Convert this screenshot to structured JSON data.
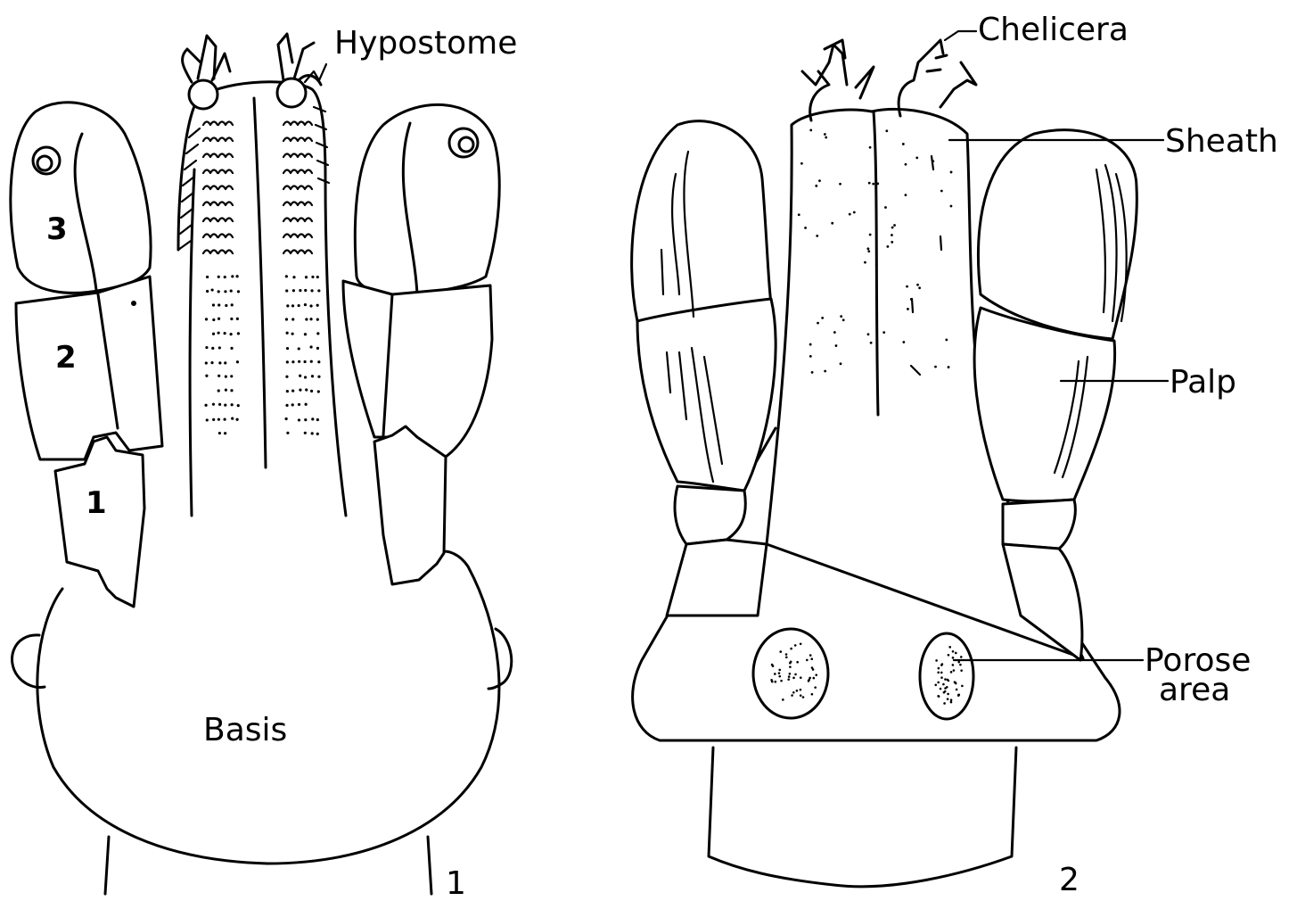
{
  "figure1": {
    "labels": {
      "hypostome": "Hypostome",
      "basis": "Basis",
      "segment_3": "3",
      "segment_2": "2",
      "segment_1": "1",
      "figure_number": "1"
    }
  },
  "figure2": {
    "labels": {
      "chelicera": "Chelicera",
      "sheath": "Sheath",
      "palp": "Palp",
      "porose_line1": "Porose",
      "porose_line2": "area",
      "figure_number": "2"
    }
  }
}
